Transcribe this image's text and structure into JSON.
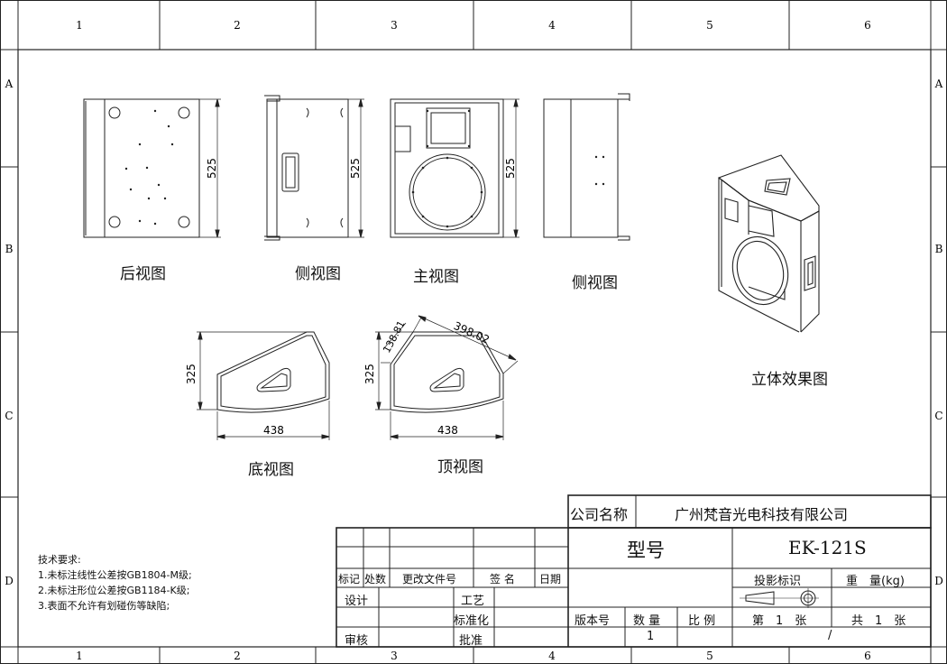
{
  "border": {
    "columns": [
      "1",
      "2",
      "3",
      "4",
      "5",
      "6"
    ],
    "rows": [
      "A",
      "B",
      "C",
      "D"
    ]
  },
  "views": {
    "rear": {
      "label": "后视图",
      "dim_height": "525"
    },
    "side_left": {
      "label": "侧视图",
      "dim_height": "525"
    },
    "front": {
      "label": "主视图",
      "dim_height": "525"
    },
    "side_right": {
      "label": "侧视图"
    },
    "bottom": {
      "label": "底视图",
      "dim_height": "325",
      "dim_width": "438"
    },
    "top": {
      "label": "顶视图",
      "dim_height": "325",
      "dim_width": "438",
      "dim_diag": "398.02",
      "dim_small": "138.81"
    },
    "iso": {
      "label": "立体效果图"
    }
  },
  "notes": {
    "title": "技术要求:",
    "items": [
      "1.未标注线性公差按GB1804-M级;",
      "2.未标注形位公差按GB1184-K级;",
      "3.表面不允许有划碰伤等缺陷;"
    ]
  },
  "title_block": {
    "company_label": "公司名称",
    "company_name": "广州梵音光电科技有限公司",
    "model_label": "型号",
    "model_value": "EK-121S",
    "rev_headers": [
      "标记",
      "处数",
      "更改文件号",
      "签 名",
      "日期"
    ],
    "design": "设计",
    "craft": "工艺",
    "standard": "标准化",
    "review": "审核",
    "approve": "批准",
    "projection": "投影标识",
    "weight": "重　量(kg)",
    "version": "版本号",
    "quantity": "数 量",
    "scale": "比 例",
    "quantity_value": "1",
    "sheet_no": "第　1　张",
    "sheet_total": "共　1　张",
    "slash": "/"
  }
}
